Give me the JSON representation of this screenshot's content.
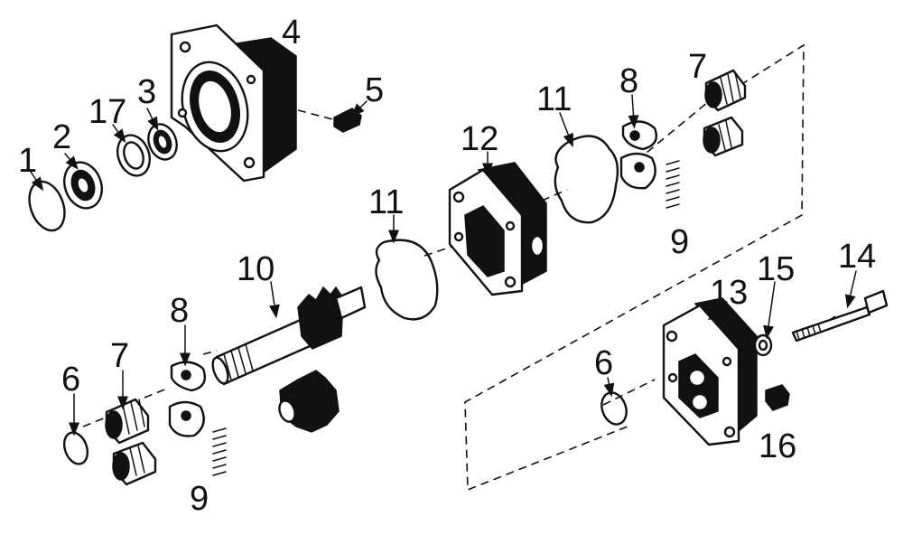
{
  "callouts": [
    "1",
    "2",
    "17",
    "3",
    "4",
    "5",
    "11",
    "12",
    "8",
    "7",
    "9",
    "10",
    "6",
    "13",
    "15",
    "14",
    "16"
  ]
}
